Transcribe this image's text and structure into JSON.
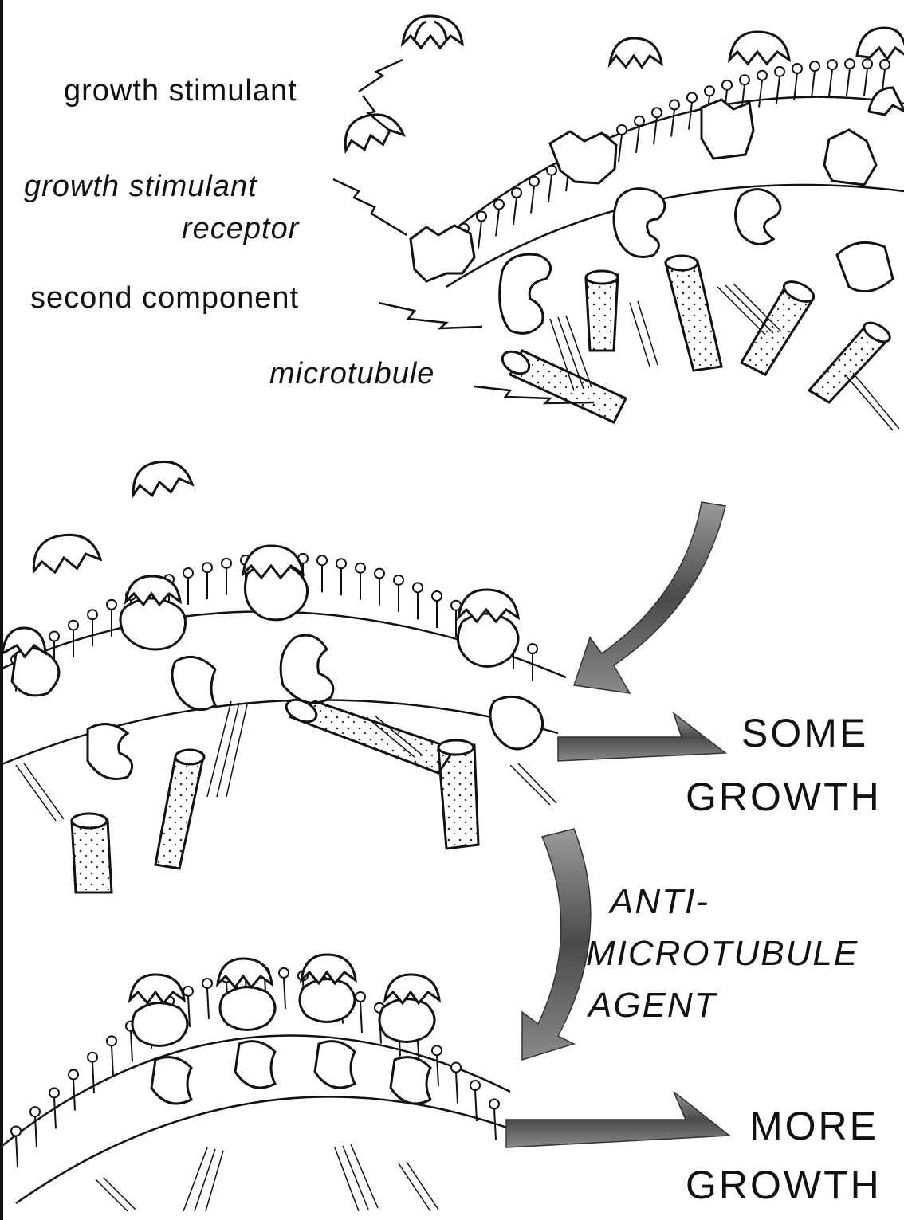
{
  "labels": {
    "growth_stimulant": "growth stimulant",
    "receptor_line1": "growth stimulant",
    "receptor_line2": "receptor",
    "second_component": "second component",
    "microtubule": "microtubule"
  },
  "outcomes": {
    "some_line1": "SOME",
    "some_line2": "GROWTH",
    "more_line1": "MORE",
    "more_line2": "GROWTH"
  },
  "agent": {
    "line1": "ANTI-",
    "line2": "MICROTUBULE",
    "line3": "AGENT"
  },
  "colors": {
    "ink": "#111111",
    "arrow_fill": "#555555",
    "paper": "#ffffff"
  }
}
